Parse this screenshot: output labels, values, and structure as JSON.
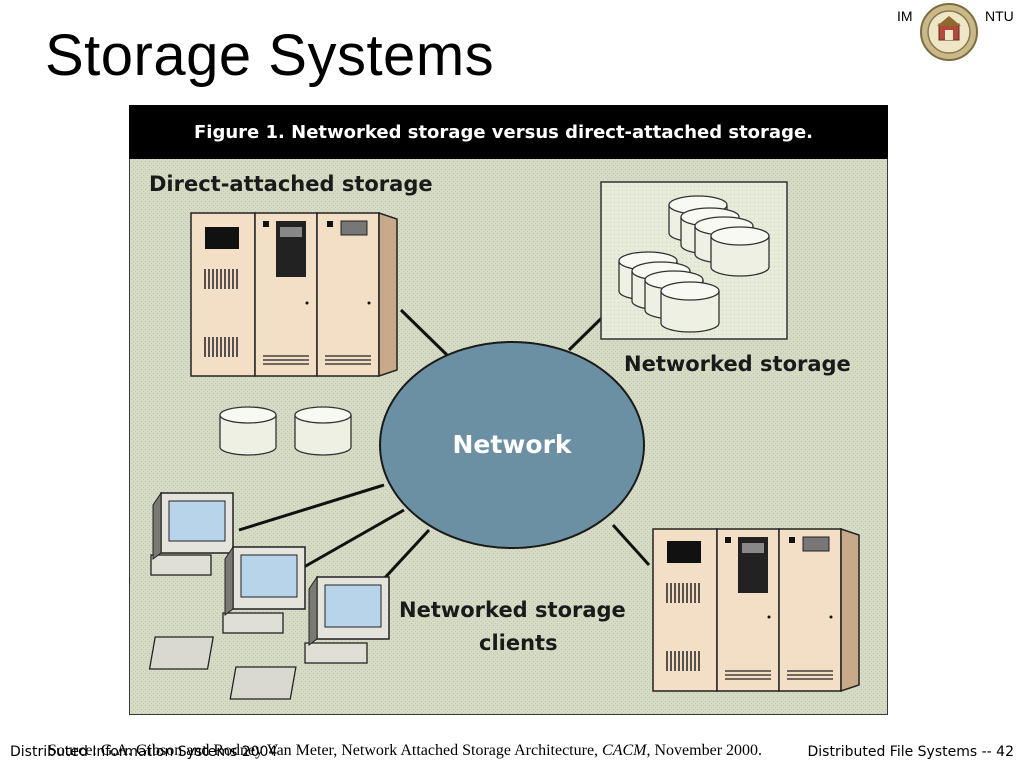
{
  "slide": {
    "title": "Storage Systems",
    "logo_left": "IM",
    "logo_right": "NTU"
  },
  "figure": {
    "caption": "Figure 1. Networked storage versus direct-attached storage.",
    "label_direct": "Direct-attached storage",
    "label_networked_storage": "Networked storage",
    "label_network": "Network",
    "label_clients_line1": "Networked storage",
    "label_clients_line2": "clients"
  },
  "footer": {
    "left": "Distributed Information Systems 2004",
    "source_prefix": "Source: G.A. Gibson and Rodney Van Meter, Network Attached Storage Architecture, ",
    "source_journal": "CACM",
    "source_suffix": ", November 2000.",
    "right": "Distributed File Systems -- 42"
  },
  "colors": {
    "figure_bg": "#d4d9c4",
    "caption_bar": "#000000",
    "network_blue": "#6a8fa2",
    "server_beige": "#f3dfc6",
    "screen_blue": "#b8d4ea"
  }
}
